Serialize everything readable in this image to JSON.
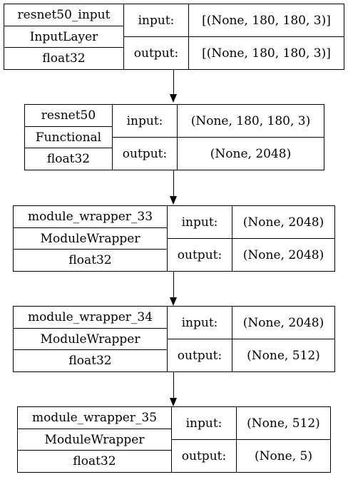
{
  "layers": [
    {
      "name": "resnet50_input",
      "type": "InputLayer",
      "dtype": "float32",
      "io": {
        "input_label": "input:",
        "output_label": "output:"
      },
      "input_shape": "[(None, 180, 180, 3)]",
      "output_shape": "[(None, 180, 180, 3)]"
    },
    {
      "name": "resnet50",
      "type": "Functional",
      "dtype": "float32",
      "io": {
        "input_label": "input:",
        "output_label": "output:"
      },
      "input_shape": "(None, 180, 180, 3)",
      "output_shape": "(None, 2048)"
    },
    {
      "name": "module_wrapper_33",
      "type": "ModuleWrapper",
      "dtype": "float32",
      "io": {
        "input_label": "input:",
        "output_label": "output:"
      },
      "input_shape": "(None, 2048)",
      "output_shape": "(None, 2048)"
    },
    {
      "name": "module_wrapper_34",
      "type": "ModuleWrapper",
      "dtype": "float32",
      "io": {
        "input_label": "input:",
        "output_label": "output:"
      },
      "input_shape": "(None, 2048)",
      "output_shape": "(None, 512)"
    },
    {
      "name": "module_wrapper_35",
      "type": "ModuleWrapper",
      "dtype": "float32",
      "io": {
        "input_label": "input:",
        "output_label": "output:"
      },
      "input_shape": "(None, 512)",
      "output_shape": "(None, 5)"
    }
  ]
}
